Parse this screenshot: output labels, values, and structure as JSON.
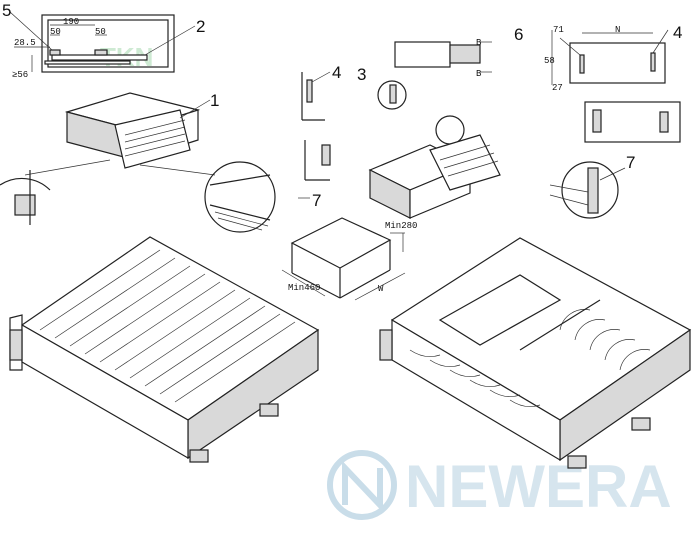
{
  "callouts": {
    "c5": "5",
    "c2": "2",
    "c1": "1",
    "c4a": "4",
    "c3": "3",
    "c6": "6",
    "c4b": "4",
    "c7a": "7",
    "c7b": "7"
  },
  "dimensions": {
    "d190": "190",
    "d50a": "50",
    "d50b": "50",
    "d28": "28.5",
    "d56": "≥56",
    "d71": "71",
    "dN": "N",
    "d58": "58",
    "d27": "27",
    "dB1": "B",
    "dB2": "B",
    "dMin280": "Min280",
    "dMin460": "Min460",
    "dW": "W"
  },
  "watermarks": {
    "brand": "NEWERA",
    "tkn": "TKN"
  },
  "colors": {
    "line": "#222222",
    "watermark": "#c9dde9",
    "tkn_watermark": "#9fd7a8"
  }
}
